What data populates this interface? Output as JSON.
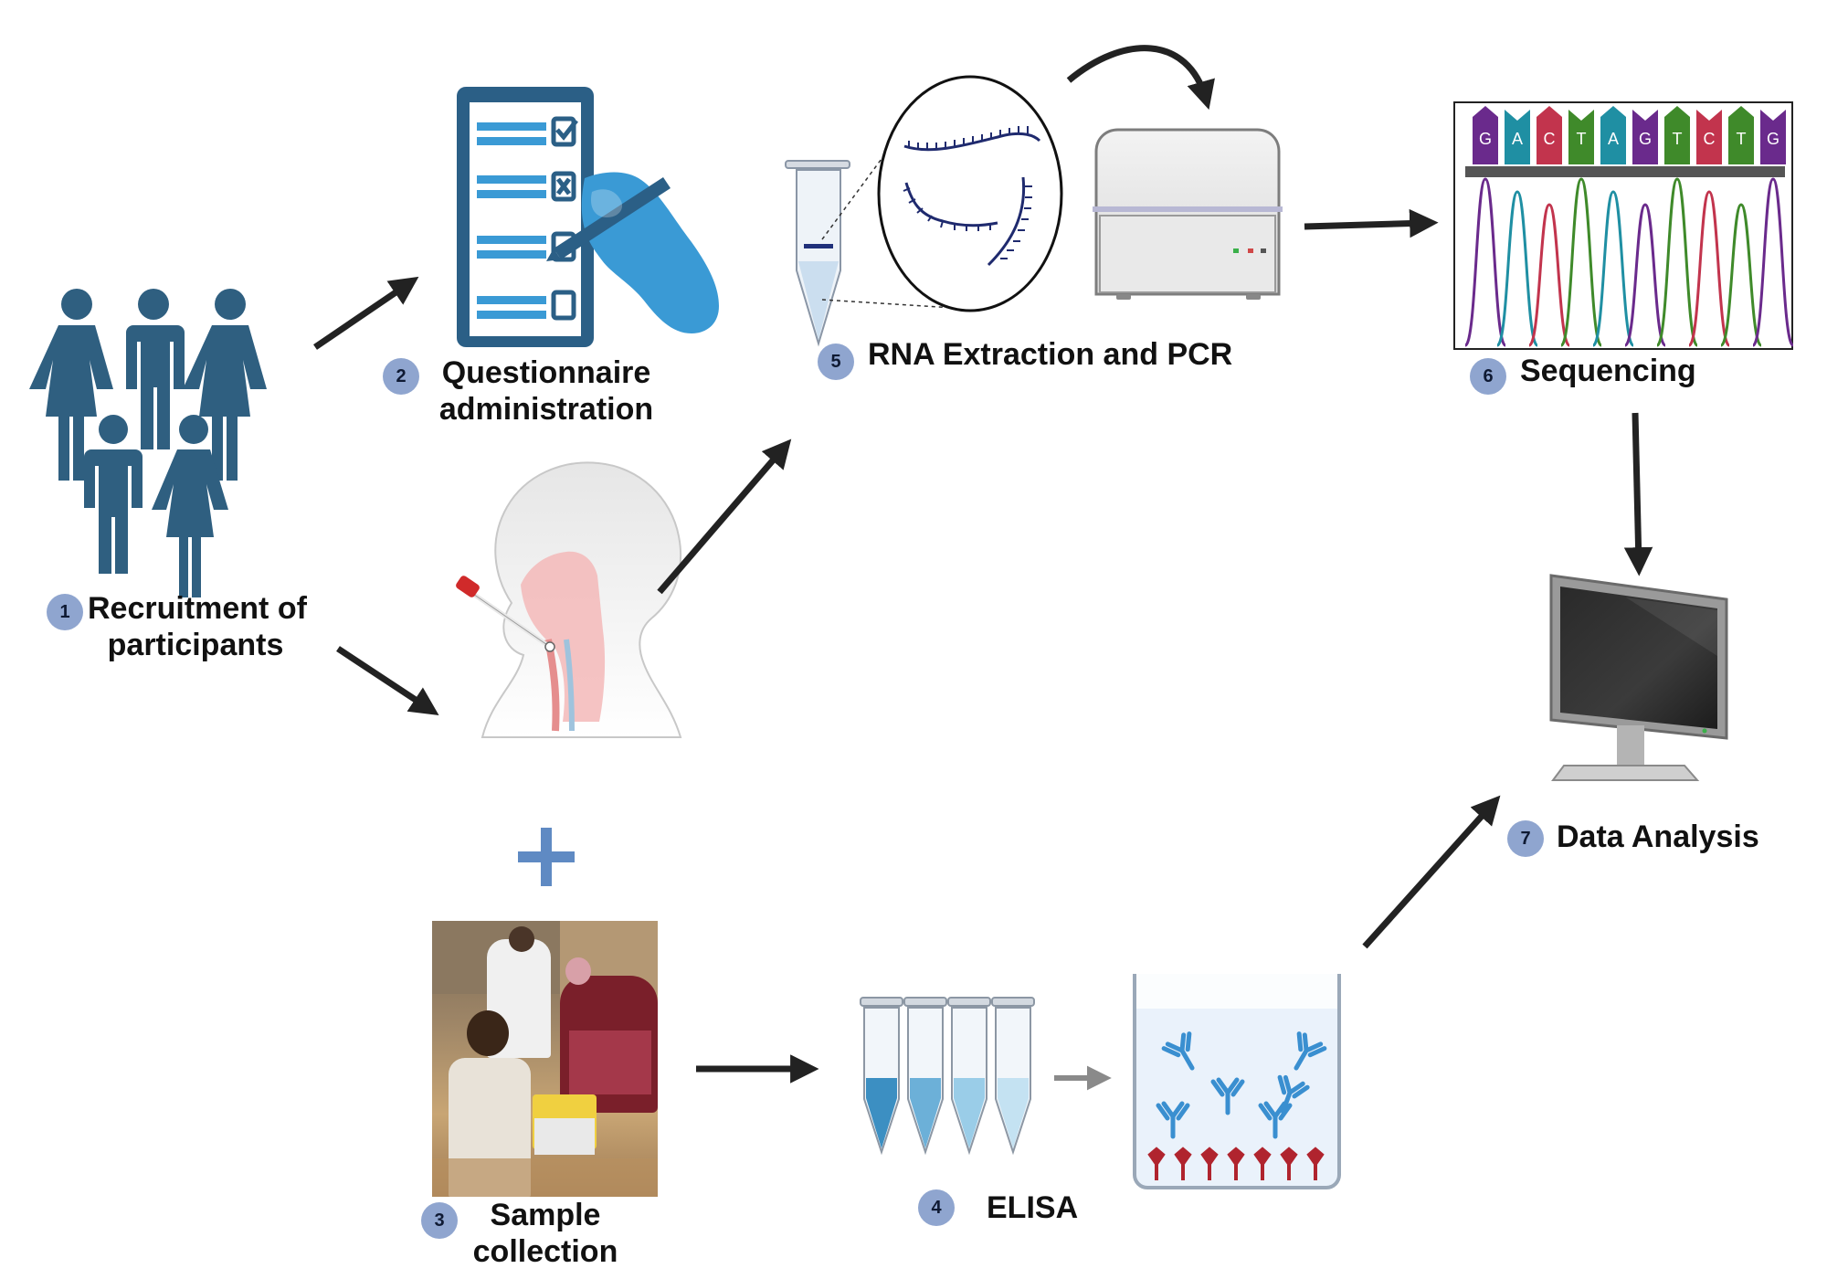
{
  "steps": {
    "s1": {
      "number": "1",
      "label_line1": "Recruitment of",
      "label_line2": "participants"
    },
    "s2": {
      "number": "2",
      "label_line1": "Questionnaire",
      "label_line2": "administration"
    },
    "s3": {
      "number": "3",
      "label_line1": "Sample",
      "label_line2": "collection"
    },
    "s4": {
      "number": "4",
      "label_line1": "ELISA"
    },
    "s5": {
      "number": "5",
      "label_line1": "RNA Extraction and PCR"
    },
    "s6": {
      "number": "6",
      "label_line1": "Sequencing"
    },
    "s7": {
      "number": "7",
      "label_line1": "Data Analysis"
    }
  },
  "sequence_bases": [
    "G",
    "A",
    "C",
    "T",
    "A",
    "G",
    "T",
    "C",
    "T",
    "G"
  ],
  "base_colors": {
    "G": "#6a2a8c",
    "A": "#1f8fa3",
    "C": "#c2344d",
    "T": "#3f8a2a"
  },
  "colors": {
    "people": "#2f5f80",
    "questionnaire": "#2b5f86",
    "questionnaire_accent": "#3a9ad5",
    "badge": "#8fa5cf",
    "arrow": "#222222",
    "plus": "#5f8ac3"
  },
  "icons": [
    "people-icon",
    "questionnaire-icon",
    "nasal-swab-icon",
    "plus-icon",
    "field-photo",
    "tube-icon",
    "rna-strands-icon",
    "pcr-machine-icon",
    "chromatogram-icon",
    "elisa-tubes-icon",
    "elisa-well-icon",
    "monitor-icon"
  ]
}
